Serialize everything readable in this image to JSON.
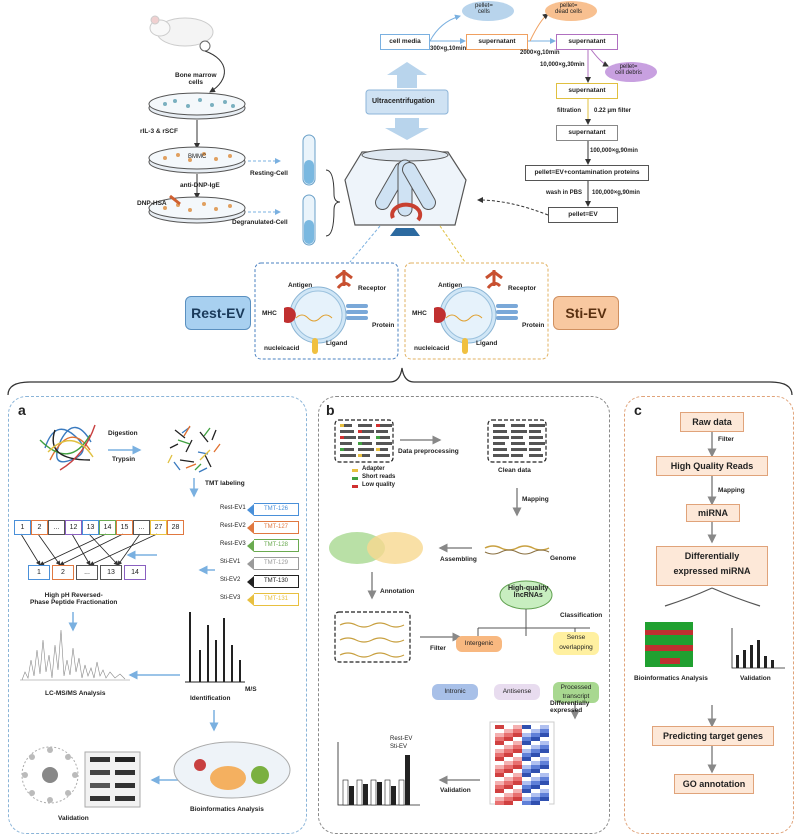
{
  "top": {
    "bone_marrow": "Bone marrow\ncells",
    "cytokines": "rIL-3 & rSCF",
    "bmmc": "BMMC",
    "ige": "anti-DNP-IgE",
    "dnp_hsa": "DNP-HSA",
    "resting_cell": "Resting-Cell",
    "degranulated_cell": "Degranulated-Cell",
    "ultracentrifugation": "Ultracentrifugation",
    "cell_media": "cell media",
    "supernatant": "supernatant",
    "pellet_cells": "pellet=\ncells",
    "pellet_dead": "pellet=\ndead cells",
    "pellet_debris": "pellet=\ncell debris",
    "spin1": "300×g,10min",
    "spin2": "2000×g,10min",
    "spin3": "10,000×g,30min",
    "filtration": "filtration",
    "filter_size": "0.22 μm filter",
    "spin4": "100,000×g,90min",
    "pellet_ev_contam": "pellet=EV+contamination proteins",
    "wash": "wash in PBS",
    "spin5": "100,000×g,90min",
    "pellet_ev": "pellet=EV"
  },
  "ev": {
    "rest_label": "Rest-EV",
    "sti_label": "Sti-EV",
    "antigen": "Antigen",
    "receptor": "Receptor",
    "mhc": "MHC",
    "protein": "Protein",
    "nucleicacid": "nucleicacid",
    "ligand": "Ligand"
  },
  "panel_a": {
    "letter": "a",
    "digestion": "Digestion",
    "trypsin": "Trypsin",
    "tmt_labeling": "TMT labeling",
    "samples": [
      "Rest-EV1",
      "Rest-EV2",
      "Rest-EV3",
      "Sti-EV1",
      "Sti-EV2",
      "Sti-EV3"
    ],
    "tags": [
      "TMT-126",
      "TMT-127",
      "TMT-128",
      "TMT-129",
      "TMT-130",
      "TMT-131"
    ],
    "tag_colors": [
      "#4a90d9",
      "#e07840",
      "#6aaa50",
      "#9a9a9a",
      "#222222",
      "#e8c040"
    ],
    "fractions_top": [
      "1",
      "2",
      "...",
      "12",
      "13",
      "14",
      "15",
      "...",
      "27",
      "28"
    ],
    "fractions_bottom": [
      "1",
      "2",
      "...",
      "13",
      "14"
    ],
    "hpr": "High pH Reversed-\nPhase Peptide Fractionation",
    "lcms": "LC-MS/MS Analysis",
    "identification": "Identification",
    "ms_axis": "M/S",
    "validation": "Validation",
    "bioinformatics": "Bioinformatics Analysis"
  },
  "panel_b": {
    "letter": "b",
    "data_preprocessing": "Data preprocessing",
    "clean_data": "Clean data",
    "legend": [
      "Adapter",
      "Short reads",
      "Low quality"
    ],
    "legend_colors": [
      "#e8c040",
      "#40a040",
      "#d03030"
    ],
    "mapping": "Mapping",
    "genome": "Genome",
    "assembling": "Assembling",
    "annotation": "Annotation",
    "filter": "Filter",
    "hq_lncrna": "High-quality\nlncRNAs",
    "classification": "Classification",
    "classes": [
      "Intergenic",
      "Sense\noverlapping",
      "Intronic",
      "Antisense",
      "Processed\ntranscript"
    ],
    "diff_expressed": "Differentially\nexpressed",
    "validation": "Validation",
    "bar_legend": [
      "Rest-EV",
      "Sti-EV"
    ]
  },
  "panel_c": {
    "letter": "c",
    "raw_data": "Raw data",
    "filter": "Filter",
    "hq_reads": "High Quality Reads",
    "mapping": "Mapping",
    "mirna": "miRNA",
    "diff_mirna": "Differentially\nexpressed miRNA",
    "bioinformatics": "Bioinformatics Analysis",
    "validation": "Validation",
    "predicting": "Predicting target genes",
    "go": "GO annotation"
  },
  "colors": {
    "rest": "#a8d0f0",
    "sti": "#f8c8a0",
    "flow_fill": "#fde8d8",
    "flow_border": "#e0a37a"
  }
}
